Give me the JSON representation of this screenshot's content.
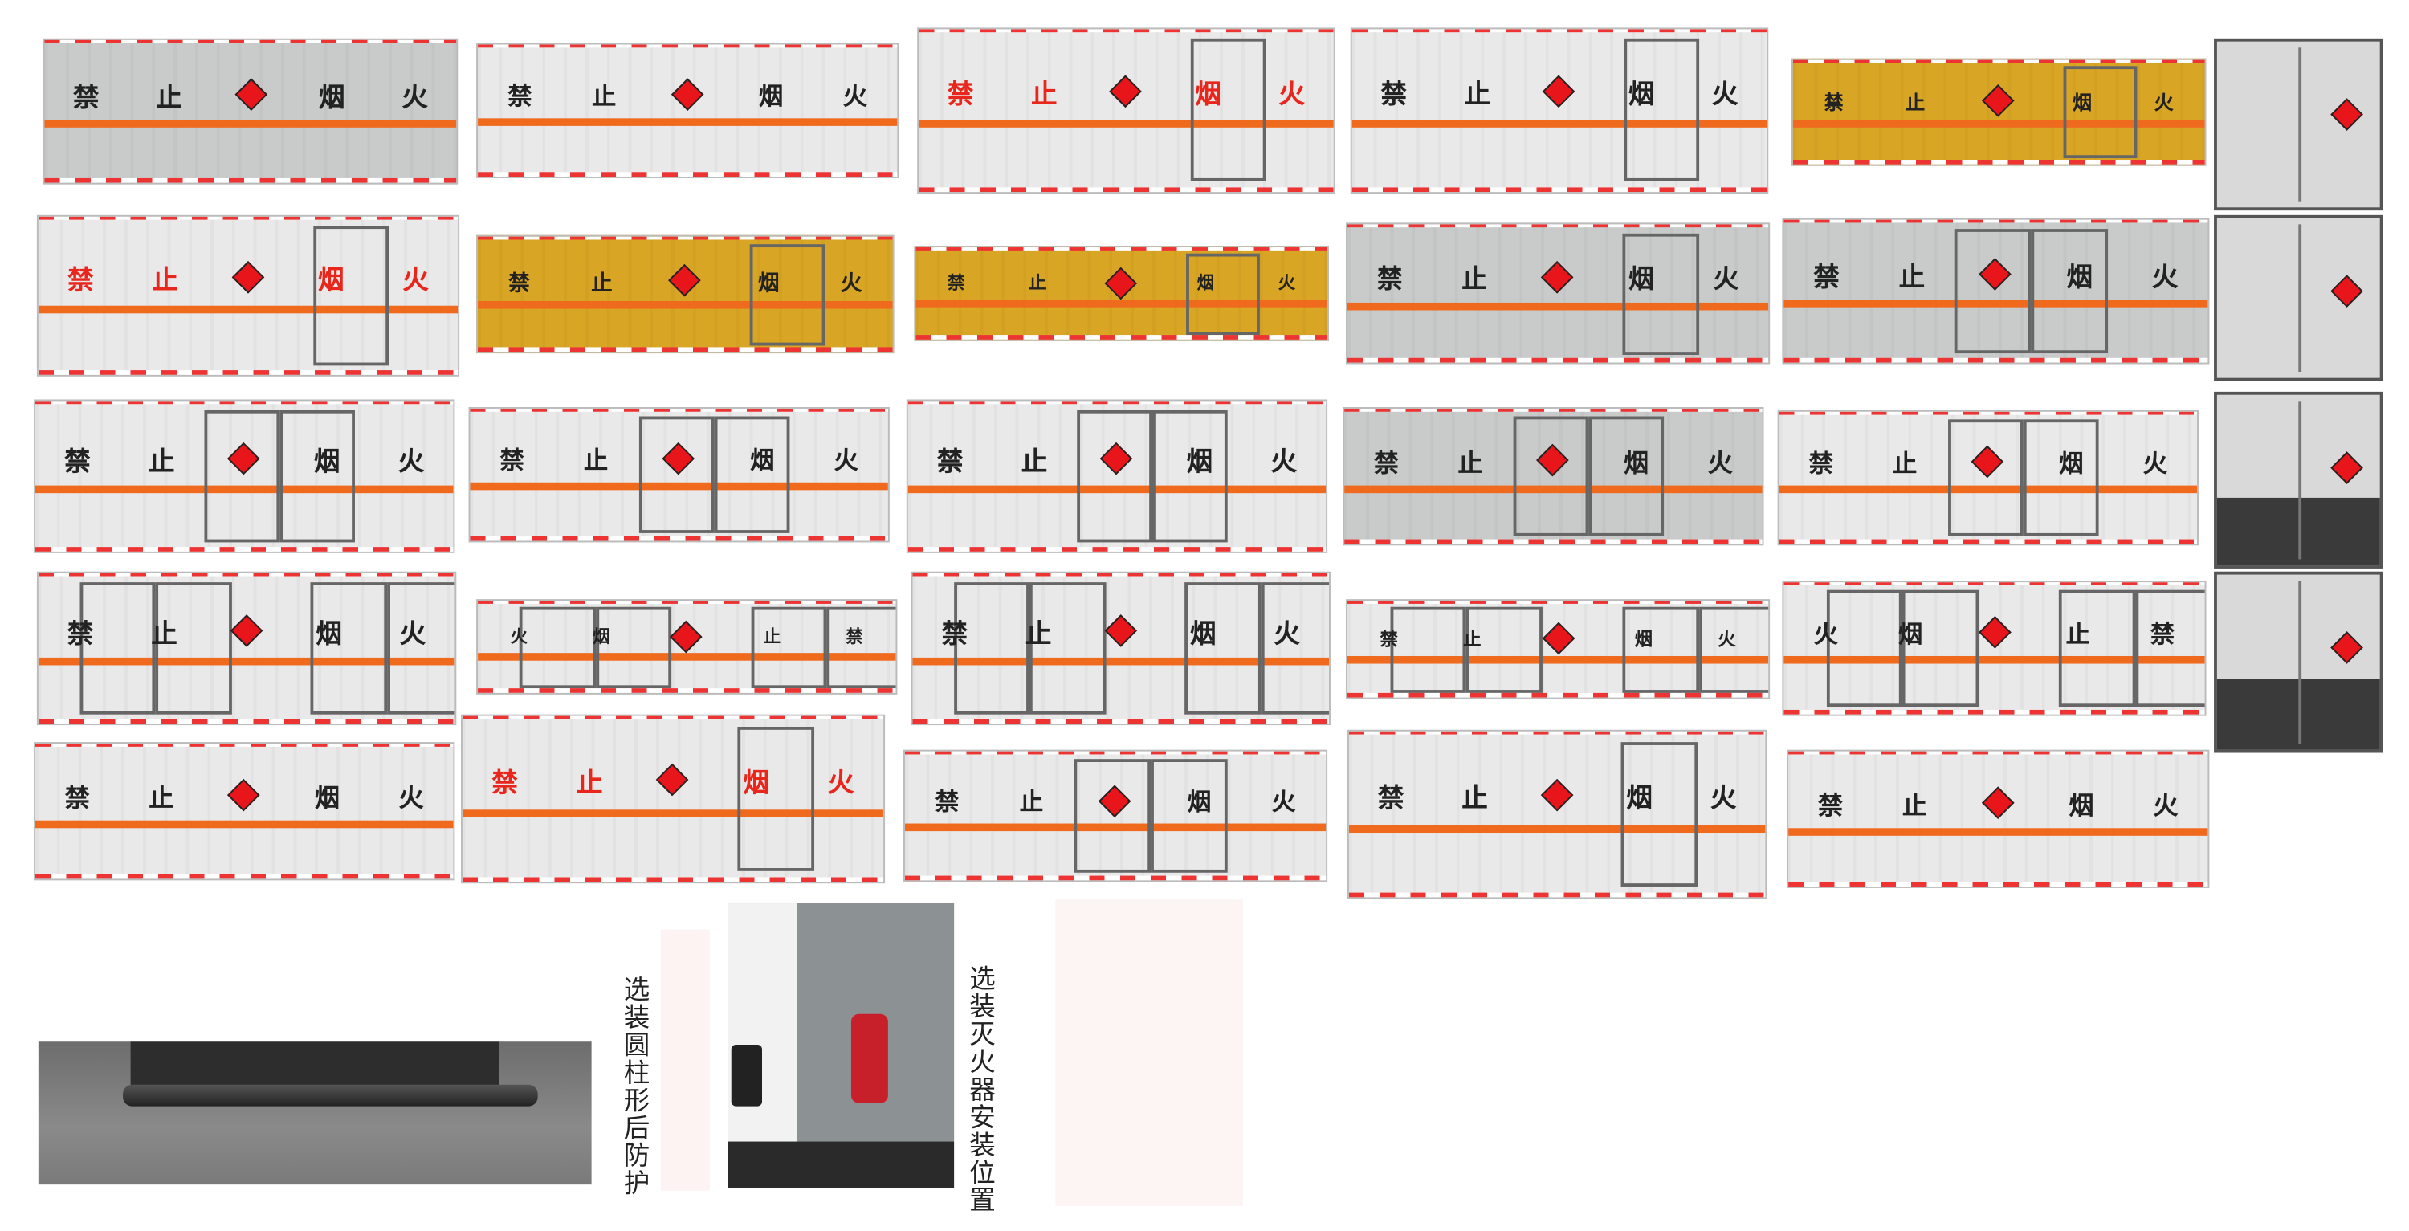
{
  "colors": {
    "gray": "#c9cbcb",
    "white": "#e9e9e9",
    "yellow": "#d9a524",
    "stripe": "#f06a1e",
    "hazard": "#e8151b",
    "charDark": "#222222",
    "charRed": "#e8261c"
  },
  "panels": [
    {
      "chars": [
        "禁",
        "止",
        "烟",
        "火"
      ],
      "bg": "gray",
      "charColor": "charDark",
      "doors": 0
    },
    {
      "chars": [
        "禁",
        "止",
        "烟",
        "火"
      ],
      "bg": "white",
      "charColor": "charDark",
      "doors": 0
    },
    {
      "chars": [
        "禁",
        "止",
        "烟",
        "火"
      ],
      "bg": "white",
      "charColor": "charRed",
      "doors": 1
    },
    {
      "chars": [
        "禁",
        "止",
        "烟",
        "火"
      ],
      "bg": "white",
      "charColor": "charDark",
      "doors": 1
    },
    {
      "chars": [
        "禁",
        "止",
        "烟",
        "火"
      ],
      "bg": "yellow",
      "charColor": "charDark",
      "doors": 1
    },
    {
      "chars": [
        "禁",
        "止",
        "烟",
        "火"
      ],
      "bg": "white",
      "charColor": "charRed",
      "doors": 1
    },
    {
      "chars": [
        "禁",
        "止",
        "烟",
        "火"
      ],
      "bg": "yellow",
      "charColor": "charDark",
      "doors": 1
    },
    {
      "chars": [
        "禁",
        "止",
        "烟",
        "火"
      ],
      "bg": "yellow",
      "charColor": "charDark",
      "doors": 1
    },
    {
      "chars": [
        "禁",
        "止",
        "烟",
        "火"
      ],
      "bg": "gray",
      "charColor": "charDark",
      "doors": 1
    },
    {
      "chars": [
        "禁",
        "止",
        "烟",
        "火"
      ],
      "bg": "gray",
      "charColor": "charDark",
      "doors": 2
    },
    {
      "chars": [
        "禁",
        "止",
        "烟",
        "火"
      ],
      "bg": "white",
      "charColor": "charDark",
      "doors": 2
    },
    {
      "chars": [
        "禁",
        "止",
        "烟",
        "火"
      ],
      "bg": "white",
      "charColor": "charDark",
      "doors": 2
    },
    {
      "chars": [
        "禁",
        "止",
        "烟",
        "火"
      ],
      "bg": "white",
      "charColor": "charDark",
      "doors": 2
    },
    {
      "chars": [
        "禁",
        "止",
        "烟",
        "火"
      ],
      "bg": "gray",
      "charColor": "charDark",
      "doors": 2
    },
    {
      "chars": [
        "禁",
        "止",
        "烟",
        "火"
      ],
      "bg": "white",
      "charColor": "charDark",
      "doors": 2
    },
    {
      "chars": [
        "禁",
        "止",
        "烟",
        "火"
      ],
      "bg": "white",
      "charColor": "charDark",
      "doors": 4
    },
    {
      "chars": [
        "火",
        "烟",
        "止",
        "禁"
      ],
      "bg": "white",
      "charColor": "charDark",
      "doors": 4
    },
    {
      "chars": [
        "禁",
        "止",
        "烟",
        "火"
      ],
      "bg": "white",
      "charColor": "charDark",
      "doors": 4
    },
    {
      "chars": [
        "禁",
        "止",
        "烟",
        "火"
      ],
      "bg": "white",
      "charColor": "charDark",
      "doors": 4
    },
    {
      "chars": [
        "火",
        "烟",
        "止",
        "禁"
      ],
      "bg": "white",
      "charColor": "charDark",
      "doors": 4
    },
    {
      "chars": [
        "禁",
        "止",
        "烟",
        "火"
      ],
      "bg": "white",
      "charColor": "charDark",
      "doors": 0
    },
    {
      "chars": [
        "禁",
        "止",
        "烟",
        "火"
      ],
      "bg": "white",
      "charColor": "charRed",
      "doors": 1
    },
    {
      "chars": [
        "禁",
        "止",
        "烟",
        "火"
      ],
      "bg": "white",
      "charColor": "charDark",
      "doors": 2
    },
    {
      "chars": [
        "禁",
        "止",
        "烟",
        "火"
      ],
      "bg": "white",
      "charColor": "charDark",
      "doors": 1
    },
    {
      "chars": [
        "禁",
        "止",
        "烟",
        "火"
      ],
      "bg": "white",
      "charColor": "charDark",
      "doors": 0
    }
  ],
  "rear_views": 4,
  "captions": {
    "rear_guard": "选装圆柱形后防护",
    "extinguisher": "选装灭火器安装位置"
  }
}
